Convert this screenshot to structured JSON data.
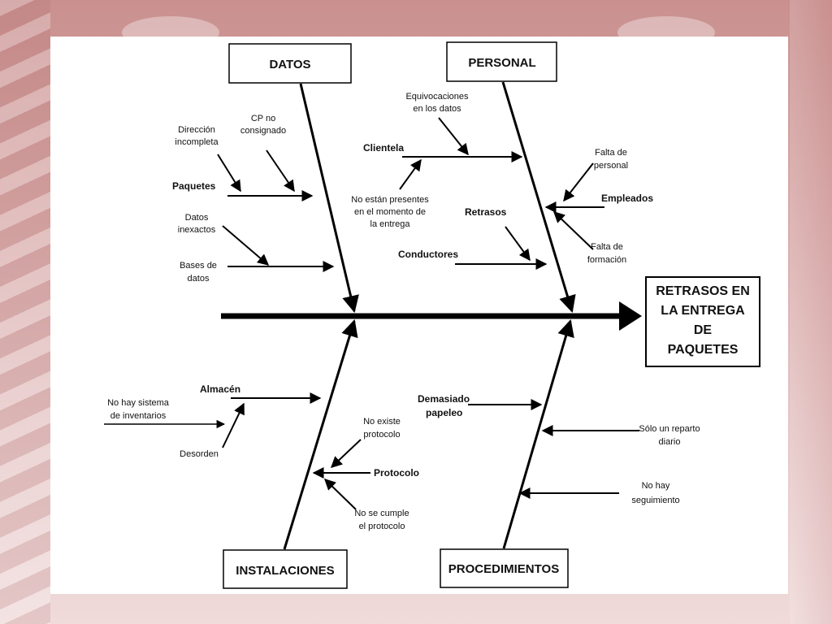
{
  "diagram": {
    "effect": [
      "RETRASOS EN",
      "LA ENTREGA",
      "DE",
      "PAQUETES"
    ],
    "categories": {
      "datos": "DATOS",
      "personal": "PERSONAL",
      "instalaciones": "INSTALACIONES",
      "procedimientos": "PROCEDIMIENTOS"
    },
    "datos": {
      "paquetes": "Paquetes",
      "direccion": [
        "Dirección",
        "incompleta"
      ],
      "cp": [
        "CP no",
        "consignado"
      ],
      "datos_inexactos": [
        "Datos",
        "inexactos"
      ],
      "bases": [
        "Bases de",
        "datos"
      ]
    },
    "personal": {
      "equivocaciones": [
        "Equivocaciones",
        "en los datos"
      ],
      "clientela": "Clientela",
      "no_presentes": [
        "No están presentes",
        "en el momento de",
        "la entrega"
      ],
      "retrasos": "Retrasos",
      "conductores": "Conductores",
      "falta_personal": [
        "Falta de",
        "personal"
      ],
      "empleados": "Empleados",
      "falta_formacion": [
        "Falta de",
        "formación"
      ]
    },
    "instalaciones": {
      "almacen": "Almacén",
      "no_sistema": [
        "No hay sistema",
        "de inventarios"
      ],
      "desorden": "Desorden",
      "no_protocolo": [
        "No existe",
        "protocolo"
      ],
      "protocolo": "Protocolo",
      "no_cumple": [
        "No se cumple",
        "el protocolo"
      ]
    },
    "procedimientos": {
      "demasiado": [
        "Demasiado",
        "papeleo"
      ],
      "solo_reparto": [
        "Sólo un reparto",
        "diario"
      ],
      "no_seguimiento": [
        "No hay",
        "seguimiento"
      ]
    }
  }
}
